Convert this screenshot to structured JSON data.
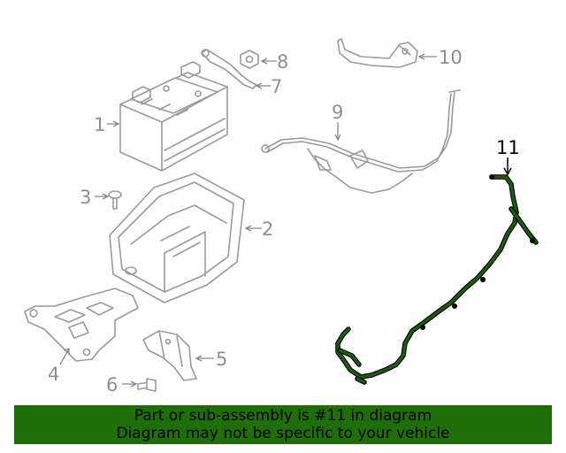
{
  "callouts": {
    "c1": "1",
    "c2": "2",
    "c3": "3",
    "c4": "4",
    "c5": "5",
    "c6": "6",
    "c7": "7",
    "c8": "8",
    "c9": "9",
    "c10": "10",
    "c11": "11"
  },
  "highlight": {
    "part_number": "11",
    "color": "#1f6e0a"
  },
  "banner": {
    "line1": "Part or sub-assembly is #11 in diagram",
    "line2": "Diagram may not be specific to your vehicle"
  }
}
